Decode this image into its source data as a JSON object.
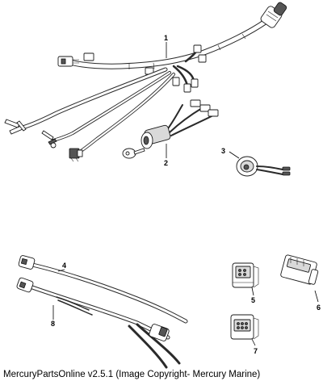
{
  "diagram": {
    "callouts": [
      "1",
      "2",
      "3",
      "4",
      "5",
      "6",
      "7",
      "8"
    ]
  },
  "footer": {
    "copyright": "MercuryPartsOnline v2.5.1 (Image Copyright- Mercury Marine)"
  }
}
